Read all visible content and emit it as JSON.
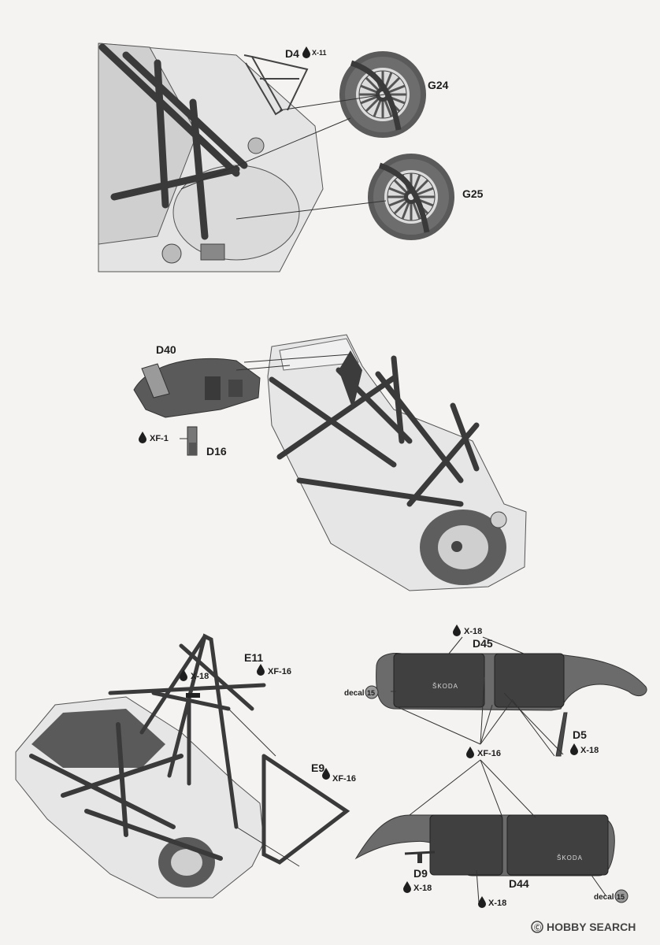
{
  "parts": {
    "d4": "D4",
    "g24": "G24",
    "g25": "G25",
    "d40": "D40",
    "d16": "D16",
    "e11": "E11",
    "e9": "E9",
    "d45": "D45",
    "d5": "D5",
    "d9": "D9",
    "d44": "D44"
  },
  "paints": {
    "d4": "X-11",
    "xf1": "XF-1",
    "e11_a": "X-18",
    "e11_b": "XF-16",
    "e9": "XF-16",
    "d45": "X-18",
    "d5": "X-18",
    "shared": "XF-16",
    "d9": "X-18",
    "d44": "X-18"
  },
  "decals": {
    "label": "decal",
    "number": "15"
  },
  "panel_text": "ŠKODA",
  "watermark": {
    "brand": "HOBBY SEARCH",
    "mark": "Ⓒ"
  },
  "colors": {
    "background": "#f4f3f1",
    "line": "#333333",
    "dark_part": "#4a4a4a",
    "light_part": "#e6e6e6"
  }
}
